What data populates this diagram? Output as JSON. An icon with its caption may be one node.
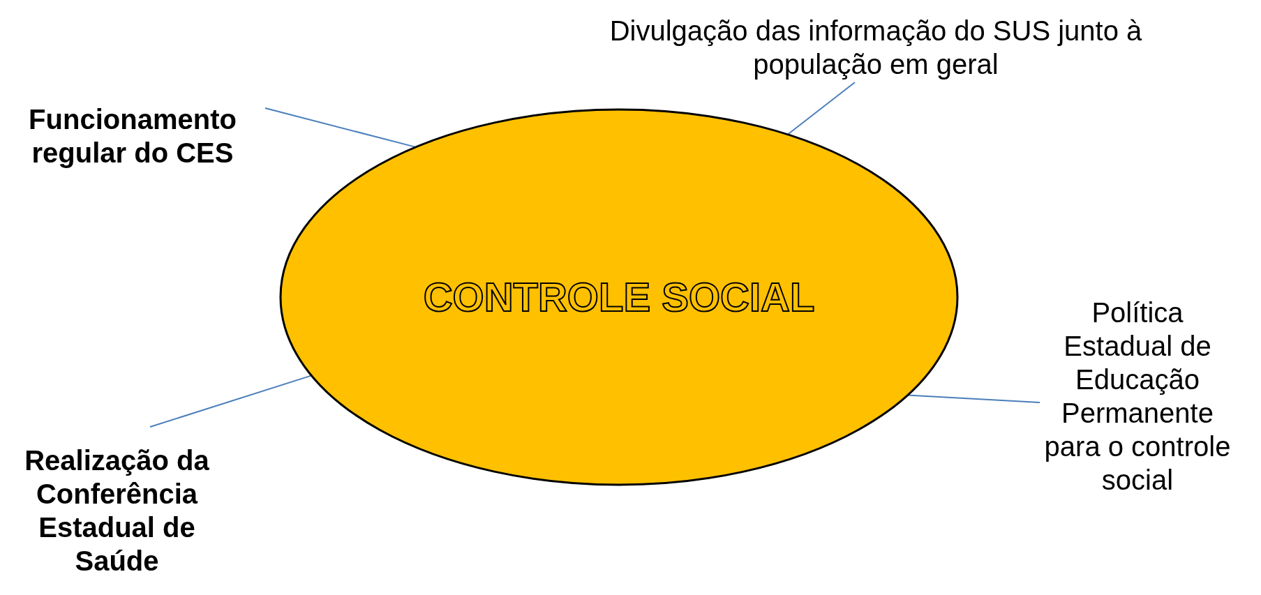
{
  "diagram": {
    "nodes": [
      {
        "text": [
          "Divulgação das informação do SUS junto à população em geral"
        ]
      },
      {
        "text": [
          "Funcionamento regular do CES"
        ]
      },
      {
        "text": [
          "CONTROLE SOCIAL"
        ]
      },
      {
        "text": [
          "Política Estadual de Educação Permanente para o controle social"
        ]
      },
      {
        "text": [
          "Realização da Conferência Estadual de Saúde"
        ]
      }
    ],
    "edges": [
      {
        "from": 0,
        "to": 2,
        "arrow": "none"
      },
      {
        "from": 1,
        "to": 2,
        "arrow": "none"
      },
      {
        "from": 3,
        "to": 2,
        "arrow": "none"
      },
      {
        "from": 4,
        "to": 2,
        "arrow": "none"
      }
    ]
  }
}
